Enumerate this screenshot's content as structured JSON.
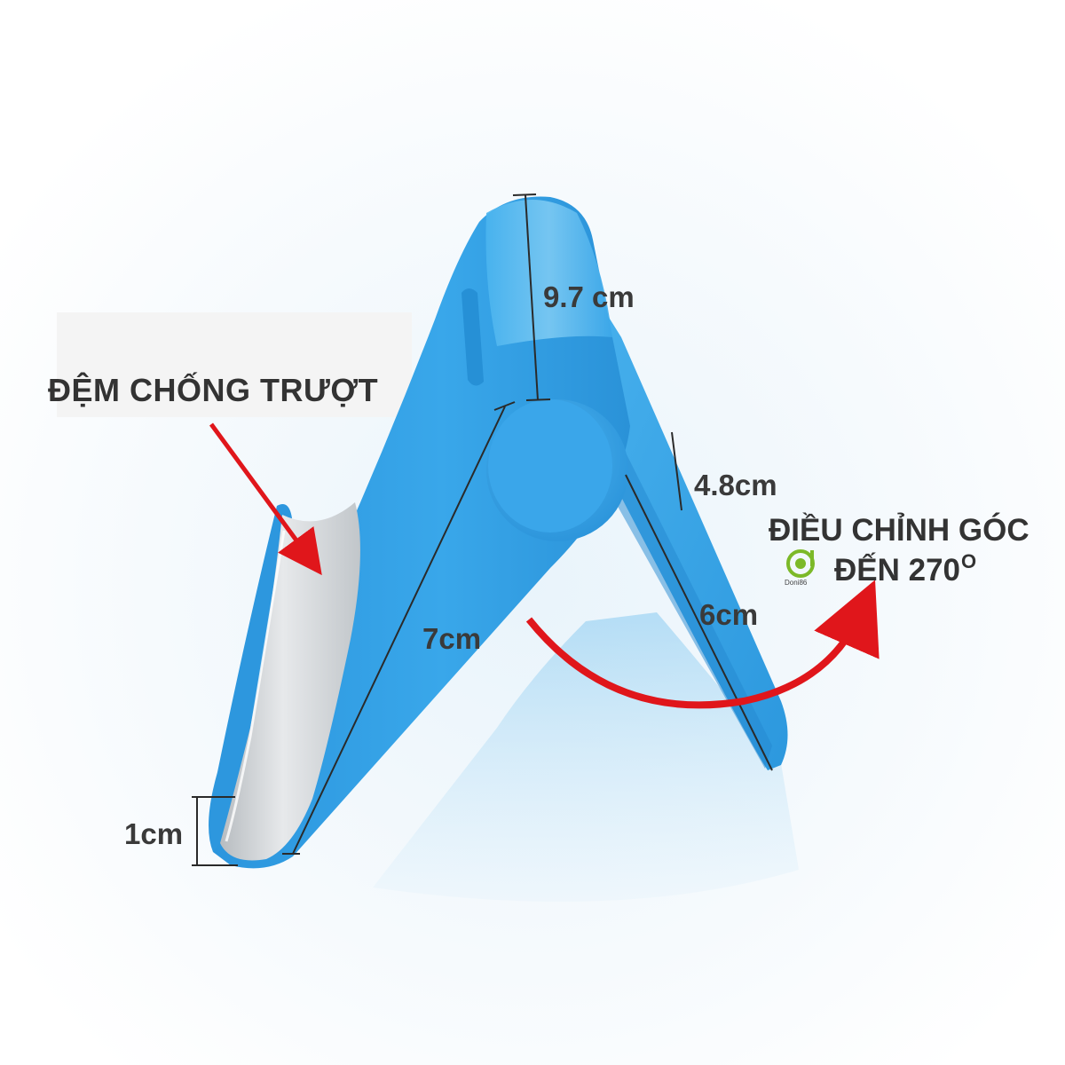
{
  "labels": {
    "anti_slip_pad": "ĐỆM CHỐNG TRƯỢT",
    "height_top": "9.7 cm",
    "hinge_width": "4.8cm",
    "adjust_angle_line1": "ĐIỀU CHỈNH GÓC",
    "adjust_angle_line2": "ĐẾN 270",
    "adjust_angle_sup": "O",
    "rear_leg_length": "6cm",
    "front_length": "7cm",
    "lip_depth": "1cm"
  },
  "logo": {
    "text": "Doni86",
    "color": "#7cb928"
  },
  "colors": {
    "stand_blue": "#2f9fe4",
    "stand_light": "#6cc4f2",
    "stand_dark": "#1a86cf",
    "pad_silver": "#cfd3d6",
    "arrow_red": "#e0161b",
    "measure_line": "#2a2a2a"
  }
}
